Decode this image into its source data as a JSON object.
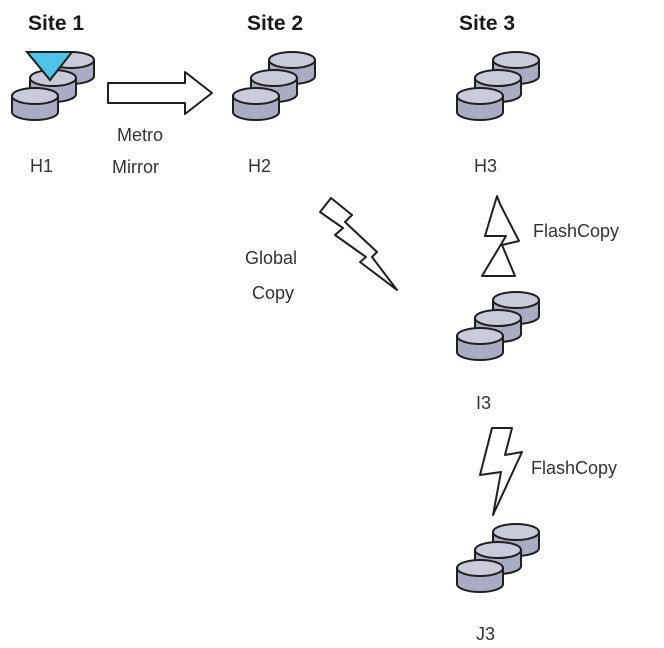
{
  "sites": [
    {
      "title": "Site 1"
    },
    {
      "title": "Site 2"
    },
    {
      "title": "Site 3"
    }
  ],
  "volumes": {
    "h1": "H1",
    "h2": "H2",
    "h3": "H3",
    "i3": "I3",
    "j3": "J3"
  },
  "links": {
    "metro_mirror": [
      "Metro",
      "Mirror"
    ],
    "global_copy": [
      "Global",
      "Copy"
    ],
    "flashcopy_h3_i3": "FlashCopy",
    "flashcopy_i3_j3": "FlashCopy"
  },
  "colors": {
    "disk_fill": "#a9acc2",
    "disk_top": "#c9cbdb",
    "stroke": "#1f1f1f",
    "primary_marker": "#4fc3e8"
  },
  "icons": {
    "primary_marker": "triangle-down-icon",
    "disk_group": "disk-stack-icon",
    "metro_mirror_arrow": "hollow-arrow-right-icon",
    "global_copy_bolt": "hollow-lightning-icon",
    "flashcopy_bolt_1": "hollow-lightning-icon",
    "flashcopy_bolt_2": "lightning-icon"
  }
}
